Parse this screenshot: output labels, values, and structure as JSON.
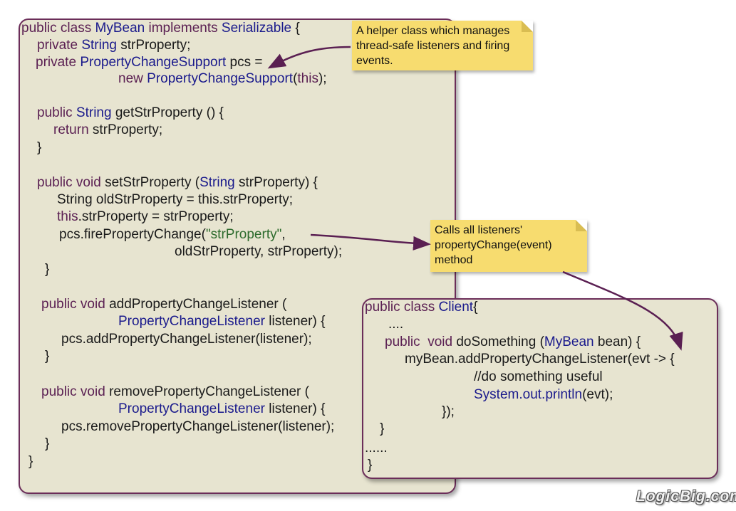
{
  "bean_code": {
    "lines": [
      [
        {
          "t": "public class ",
          "c": "kw"
        },
        {
          "t": "MyBean",
          "c": "ty"
        },
        {
          "t": " implements ",
          "c": "kw"
        },
        {
          "t": "Serializable",
          "c": "ty"
        },
        {
          "t": " {",
          "c": "tx"
        }
      ],
      [
        {
          "t": "private ",
          "c": "kw"
        },
        {
          "t": "String",
          "c": "ty"
        },
        {
          "t": " strProperty;",
          "c": "tx"
        }
      ],
      [
        {
          "t": "private ",
          "c": "kw"
        },
        {
          "t": "PropertyChangeSupport",
          "c": "ty"
        },
        {
          "t": " pcs =",
          "c": "tx"
        }
      ],
      [
        {
          "t": "new ",
          "c": "kw"
        },
        {
          "t": "PropertyChangeSupport",
          "c": "ty"
        },
        {
          "t": "(",
          "c": "tx"
        },
        {
          "t": "this",
          "c": "kw"
        },
        {
          "t": ");",
          "c": "tx"
        }
      ],
      [
        {
          "t": "public ",
          "c": "kw"
        },
        {
          "t": "String",
          "c": "ty"
        },
        {
          "t": " getStrProperty () {",
          "c": "tx"
        }
      ],
      [
        {
          "t": "return ",
          "c": "kw"
        },
        {
          "t": "strProperty;",
          "c": "tx"
        }
      ],
      [
        {
          "t": "}",
          "c": "tx"
        }
      ],
      [
        {
          "t": "public void ",
          "c": "kw"
        },
        {
          "t": "setStrProperty (",
          "c": "tx"
        },
        {
          "t": "String",
          "c": "ty"
        },
        {
          "t": " strProperty) {",
          "c": "tx"
        }
      ],
      [
        {
          "t": "String oldStrProperty = this.strProperty;",
          "c": "tx"
        }
      ],
      [
        {
          "t": "this",
          "c": "kw"
        },
        {
          "t": ".strProperty = strProperty;",
          "c": "tx"
        }
      ],
      [
        {
          "t": "pcs.firePropertyChange(",
          "c": "tx"
        },
        {
          "t": "\"strProperty\"",
          "c": "st"
        },
        {
          "t": ",",
          "c": "tx"
        }
      ],
      [
        {
          "t": "oldStrProperty, strProperty);",
          "c": "tx"
        }
      ],
      [
        {
          "t": "}",
          "c": "tx"
        }
      ],
      [
        {
          "t": "public void ",
          "c": "kw"
        },
        {
          "t": "addPropertyChangeListener (",
          "c": "tx"
        }
      ],
      [
        {
          "t": "PropertyChangeListener",
          "c": "ty"
        },
        {
          "t": " listener) {",
          "c": "tx"
        }
      ],
      [
        {
          "t": "pcs.addPropertyChangeListener(listener);",
          "c": "tx"
        }
      ],
      [
        {
          "t": "}",
          "c": "tx"
        }
      ],
      [
        {
          "t": "public void ",
          "c": "kw"
        },
        {
          "t": "removePropertyChangeListener (",
          "c": "tx"
        }
      ],
      [
        {
          "t": "PropertyChangeListener",
          "c": "ty"
        },
        {
          "t": " listener) {",
          "c": "tx"
        }
      ],
      [
        {
          "t": "pcs.removePropertyChangeListener(listener);",
          "c": "tx"
        }
      ],
      [
        {
          "t": "}",
          "c": "tx"
        }
      ],
      [
        {
          "t": "}",
          "c": "tx"
        }
      ]
    ]
  },
  "client_code": {
    "lines": [
      [
        {
          "t": "public class ",
          "c": "kw"
        },
        {
          "t": "Client",
          "c": "ty"
        },
        {
          "t": "{",
          "c": "tx"
        }
      ],
      [
        {
          "t": "....",
          "c": "tx"
        }
      ],
      [
        {
          "t": "public  void ",
          "c": "kw"
        },
        {
          "t": "doSomething (",
          "c": "tx"
        },
        {
          "t": "MyBean",
          "c": "ty"
        },
        {
          "t": " bean) {",
          "c": "tx"
        }
      ],
      [
        {
          "t": "myBean.addPropertyChangeListener(evt -> {",
          "c": "tx"
        }
      ],
      [
        {
          "t": "//do something useful",
          "c": "tx"
        }
      ],
      [
        {
          "t": "System.out.println",
          "c": "ty"
        },
        {
          "t": "(evt);",
          "c": "tx"
        }
      ],
      [
        {
          "t": "});",
          "c": "tx"
        }
      ],
      [
        {
          "t": "}",
          "c": "tx"
        }
      ],
      [
        {
          "t": "......",
          "c": "tx"
        }
      ],
      [
        {
          "t": "}",
          "c": "tx"
        }
      ]
    ]
  },
  "notes": {
    "helper": "A helper class which manages\nthread-safe listeners and firing\nevents.",
    "calls": "Calls all listeners'\npropertyChange(event)\nmethod"
  },
  "logo": "LogicBig.com",
  "colors": {
    "panel_fill": "#e7e4d0",
    "panel_border": "#6b2d59",
    "keyword": "#5a1f52",
    "type": "#1a1a8c",
    "string": "#2d6b2d",
    "note_fill": "#f7dc6f",
    "arrow": "#5a1f52"
  }
}
